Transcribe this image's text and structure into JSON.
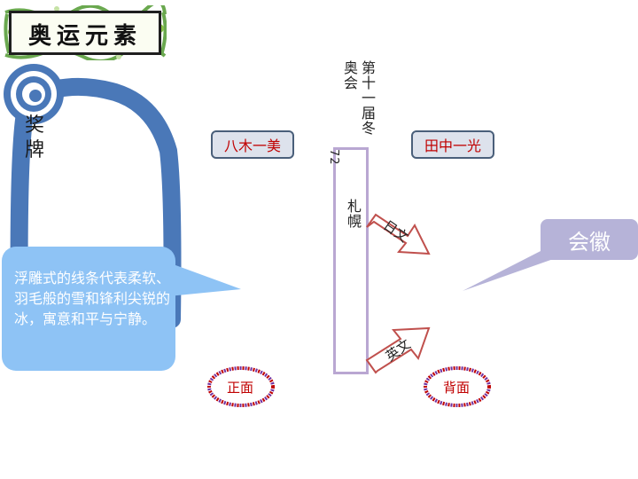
{
  "title": {
    "text": "奥运元素"
  },
  "medal": {
    "label": "奖牌"
  },
  "callout": {
    "text": "浮雕式的线条代表柔软、羽毛般的雪和锋利尖锐的冰，寓意和平与宁静。"
  },
  "names": {
    "left": "八木一美",
    "right": "田中一光"
  },
  "center": {
    "vertical_title": "第十一届冬奥会",
    "number": "72",
    "place": "札幌"
  },
  "arrows": {
    "upper": "日文",
    "lower": "英文"
  },
  "emblem": {
    "label": "会徽"
  },
  "sides": {
    "front": "正面",
    "back": "背面"
  },
  "colors": {
    "medal_ribbon": "#4a78b8",
    "callout": "#8ec3f5",
    "emblem": "#b6b3d8",
    "text_red": "#c00000"
  }
}
